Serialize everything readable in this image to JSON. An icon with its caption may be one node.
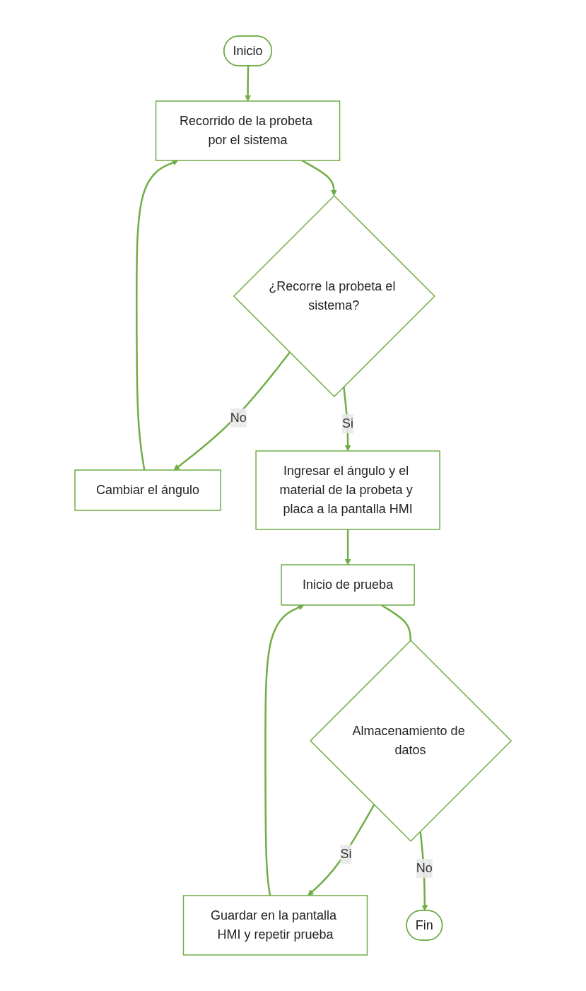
{
  "diagram": {
    "nodes": [
      {
        "text": [
          "Inicio"
        ]
      },
      {
        "text": [
          "Recorrido de la probeta por el sistema"
        ]
      },
      {
        "text": [
          "¿Recorre la probeta el sistema?"
        ]
      },
      {
        "text": [
          "Cambiar el ángulo"
        ]
      },
      {
        "text": [
          "Ingresar el ángulo y el material de la probeta y placa a la pantalla HMI"
        ]
      },
      {
        "text": [
          "Inicio de prueba"
        ]
      },
      {
        "text": [
          "Almacenamiento de datos"
        ]
      },
      {
        "text": [
          "Guardar en la pantalla HMI y repetir prueba"
        ]
      },
      {
        "text": [
          "Fin"
        ]
      }
    ],
    "edges": [
      {
        "from": 0,
        "to": 1,
        "arrow": "to"
      },
      {
        "from": 1,
        "to": 2,
        "arrow": "to"
      },
      {
        "from": 2,
        "to": 3,
        "label": "No",
        "arrow": "to"
      },
      {
        "from": 3,
        "to": 1,
        "arrow": "to"
      },
      {
        "from": 2,
        "to": 4,
        "label": "Si",
        "arrow": "to"
      },
      {
        "from": 4,
        "to": 5,
        "arrow": "to"
      },
      {
        "from": 5,
        "to": 6,
        "arrow": "none"
      },
      {
        "from": 6,
        "to": 7,
        "label": "Si",
        "arrow": "to"
      },
      {
        "from": 7,
        "to": 5,
        "arrow": "to"
      },
      {
        "from": 6,
        "to": 8,
        "label": "No",
        "arrow": "to"
      }
    ]
  }
}
